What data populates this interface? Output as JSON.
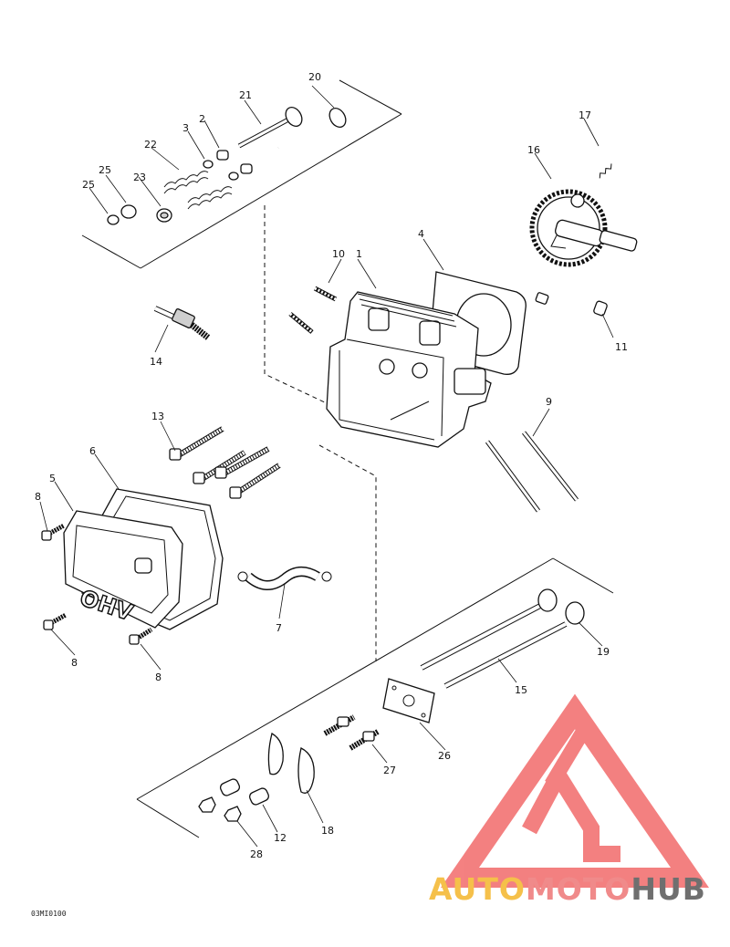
{
  "diagram": {
    "doc_code": "03MI0100",
    "callouts": [
      "1",
      "2",
      "3",
      "4",
      "5",
      "6",
      "7",
      "8",
      "8",
      "8",
      "9",
      "10",
      "11",
      "12",
      "13",
      "14",
      "15",
      "16",
      "17",
      "18",
      "19",
      "20",
      "21",
      "22",
      "23",
      "25",
      "25",
      "26",
      "27",
      "28"
    ],
    "ohv_text": "OHV"
  },
  "watermark": {
    "part1": "AUTO",
    "part2": "MOTO",
    "part3": "HUB",
    "colors": {
      "auto": "#f5c04a",
      "moto": "#f08a8a",
      "hub": "#6f6f6f",
      "logo": "#f26b6b"
    }
  }
}
